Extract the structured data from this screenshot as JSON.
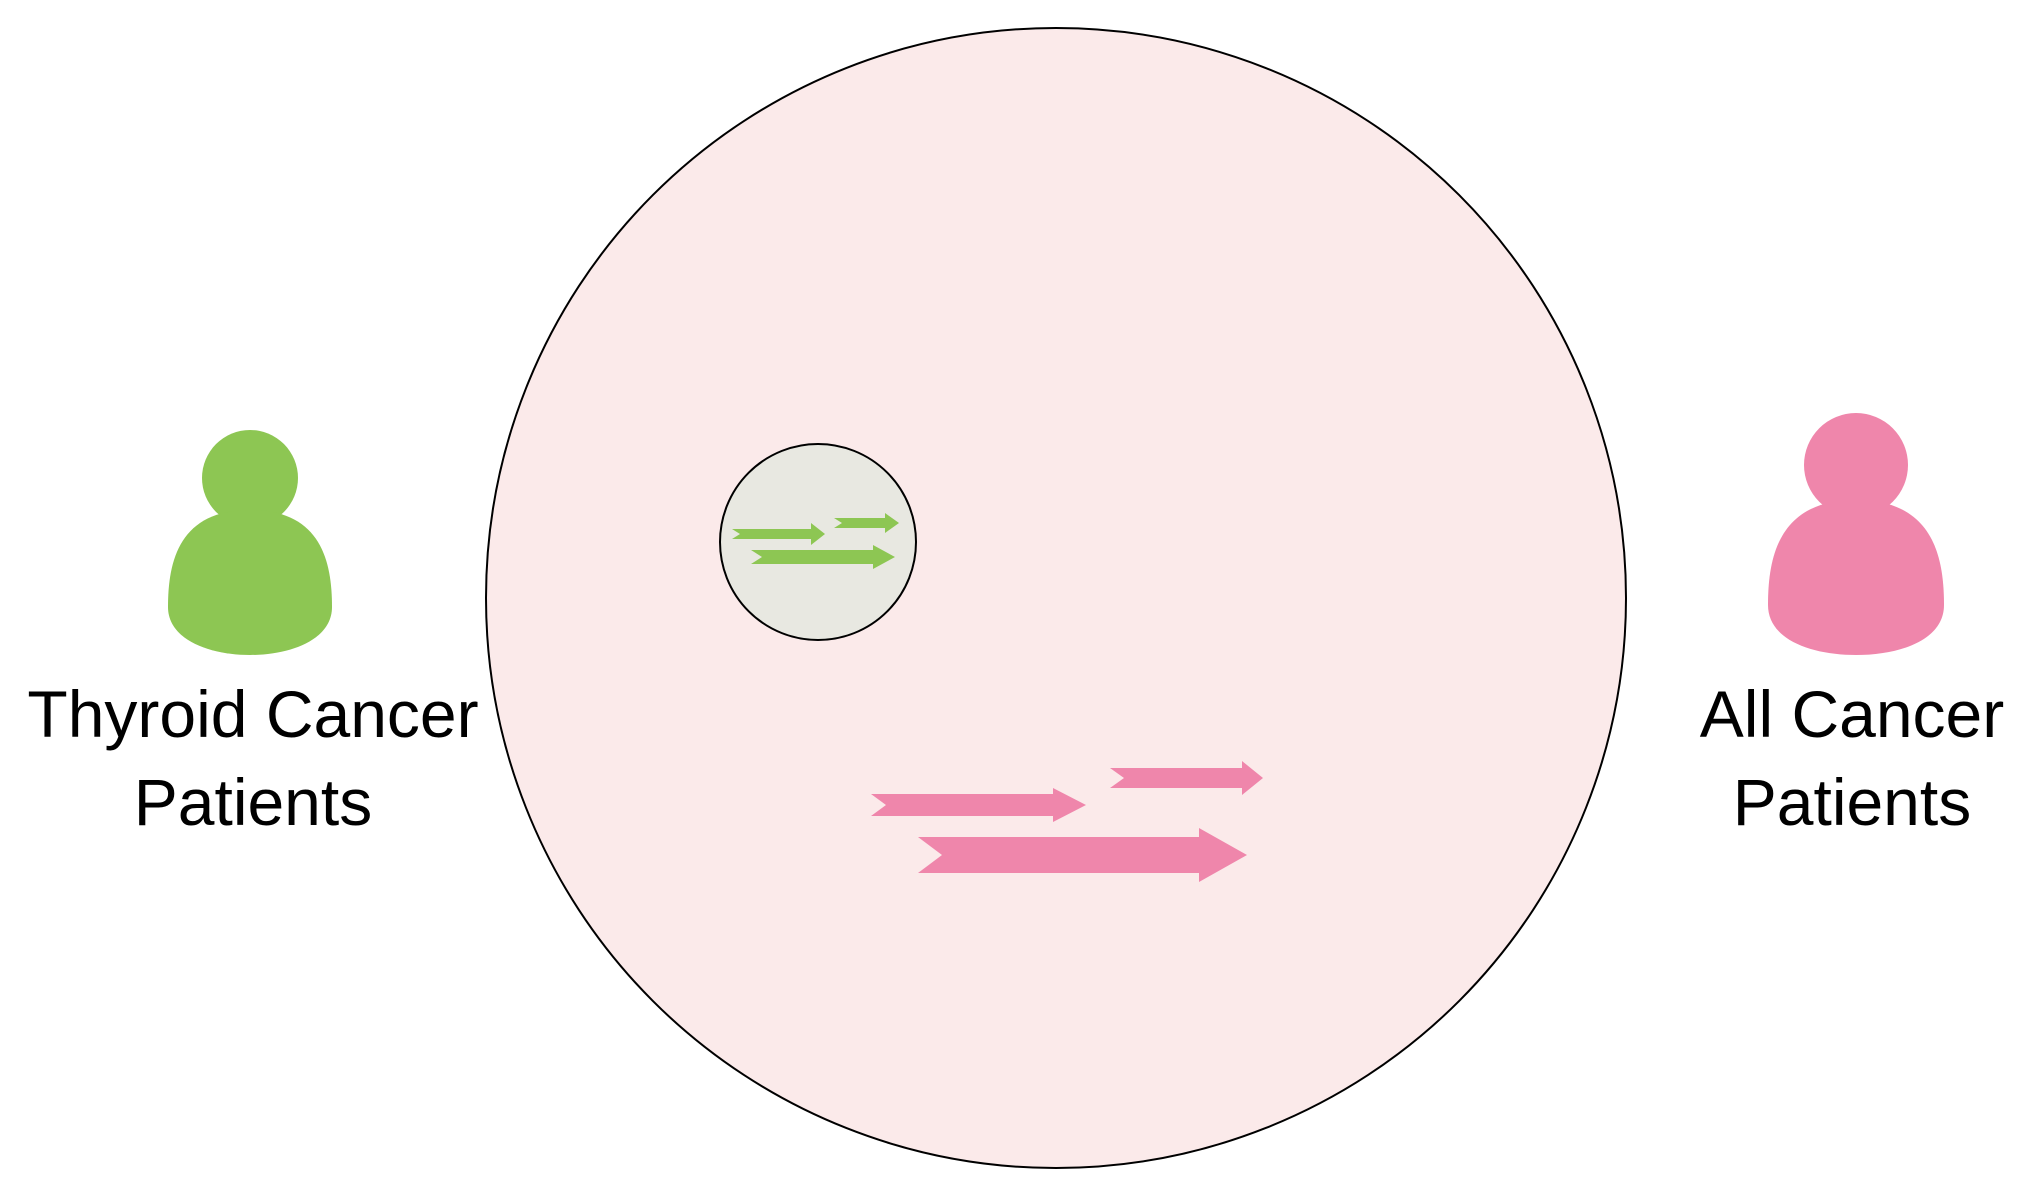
{
  "left_group": {
    "line1": "Thyroid Cancer",
    "line2": "Patients",
    "color": "#8DC653",
    "icon": "person-icon"
  },
  "right_group": {
    "line1": "All Cancer",
    "line2": "Patients",
    "color": "#EF86AB",
    "icon": "person-icon"
  },
  "colors": {
    "outer_circle_fill": "#FBEAEA",
    "inner_circle_fill": "#E8E8E1",
    "outline": "#000000"
  }
}
